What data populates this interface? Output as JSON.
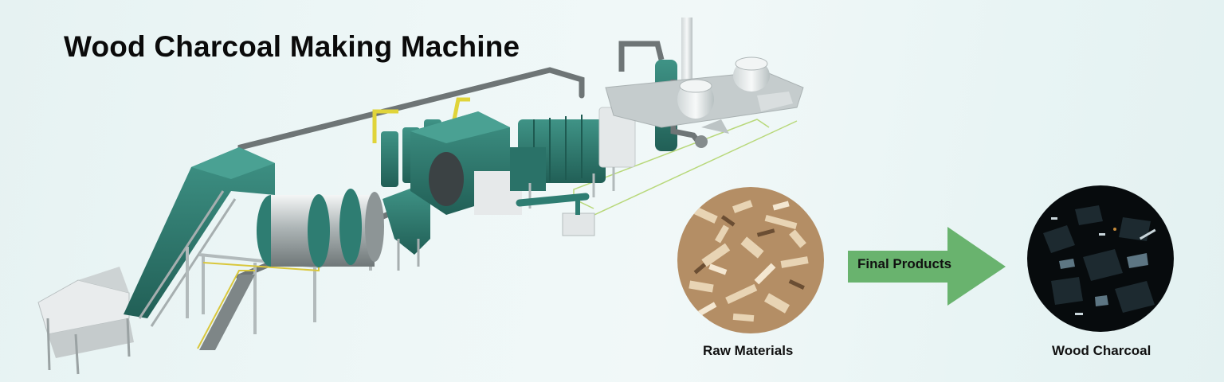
{
  "banner": {
    "title": "Wood Charcoal Making Machine",
    "machine_illustration": "wood-charcoal-production-line",
    "products": {
      "raw": {
        "caption": "Raw Materials",
        "image": "wood-chips"
      },
      "final": {
        "caption": "Wood Charcoal",
        "image": "charcoal-pieces"
      }
    },
    "arrow": {
      "label": "Final Products",
      "color": "#69b36e"
    }
  },
  "colors": {
    "background": "#eaf5f5",
    "machine_teal": "#2e7d72",
    "machine_gray": "#8c9394",
    "railing_yellow": "#d9c73c",
    "text": "#0a0a0a"
  }
}
